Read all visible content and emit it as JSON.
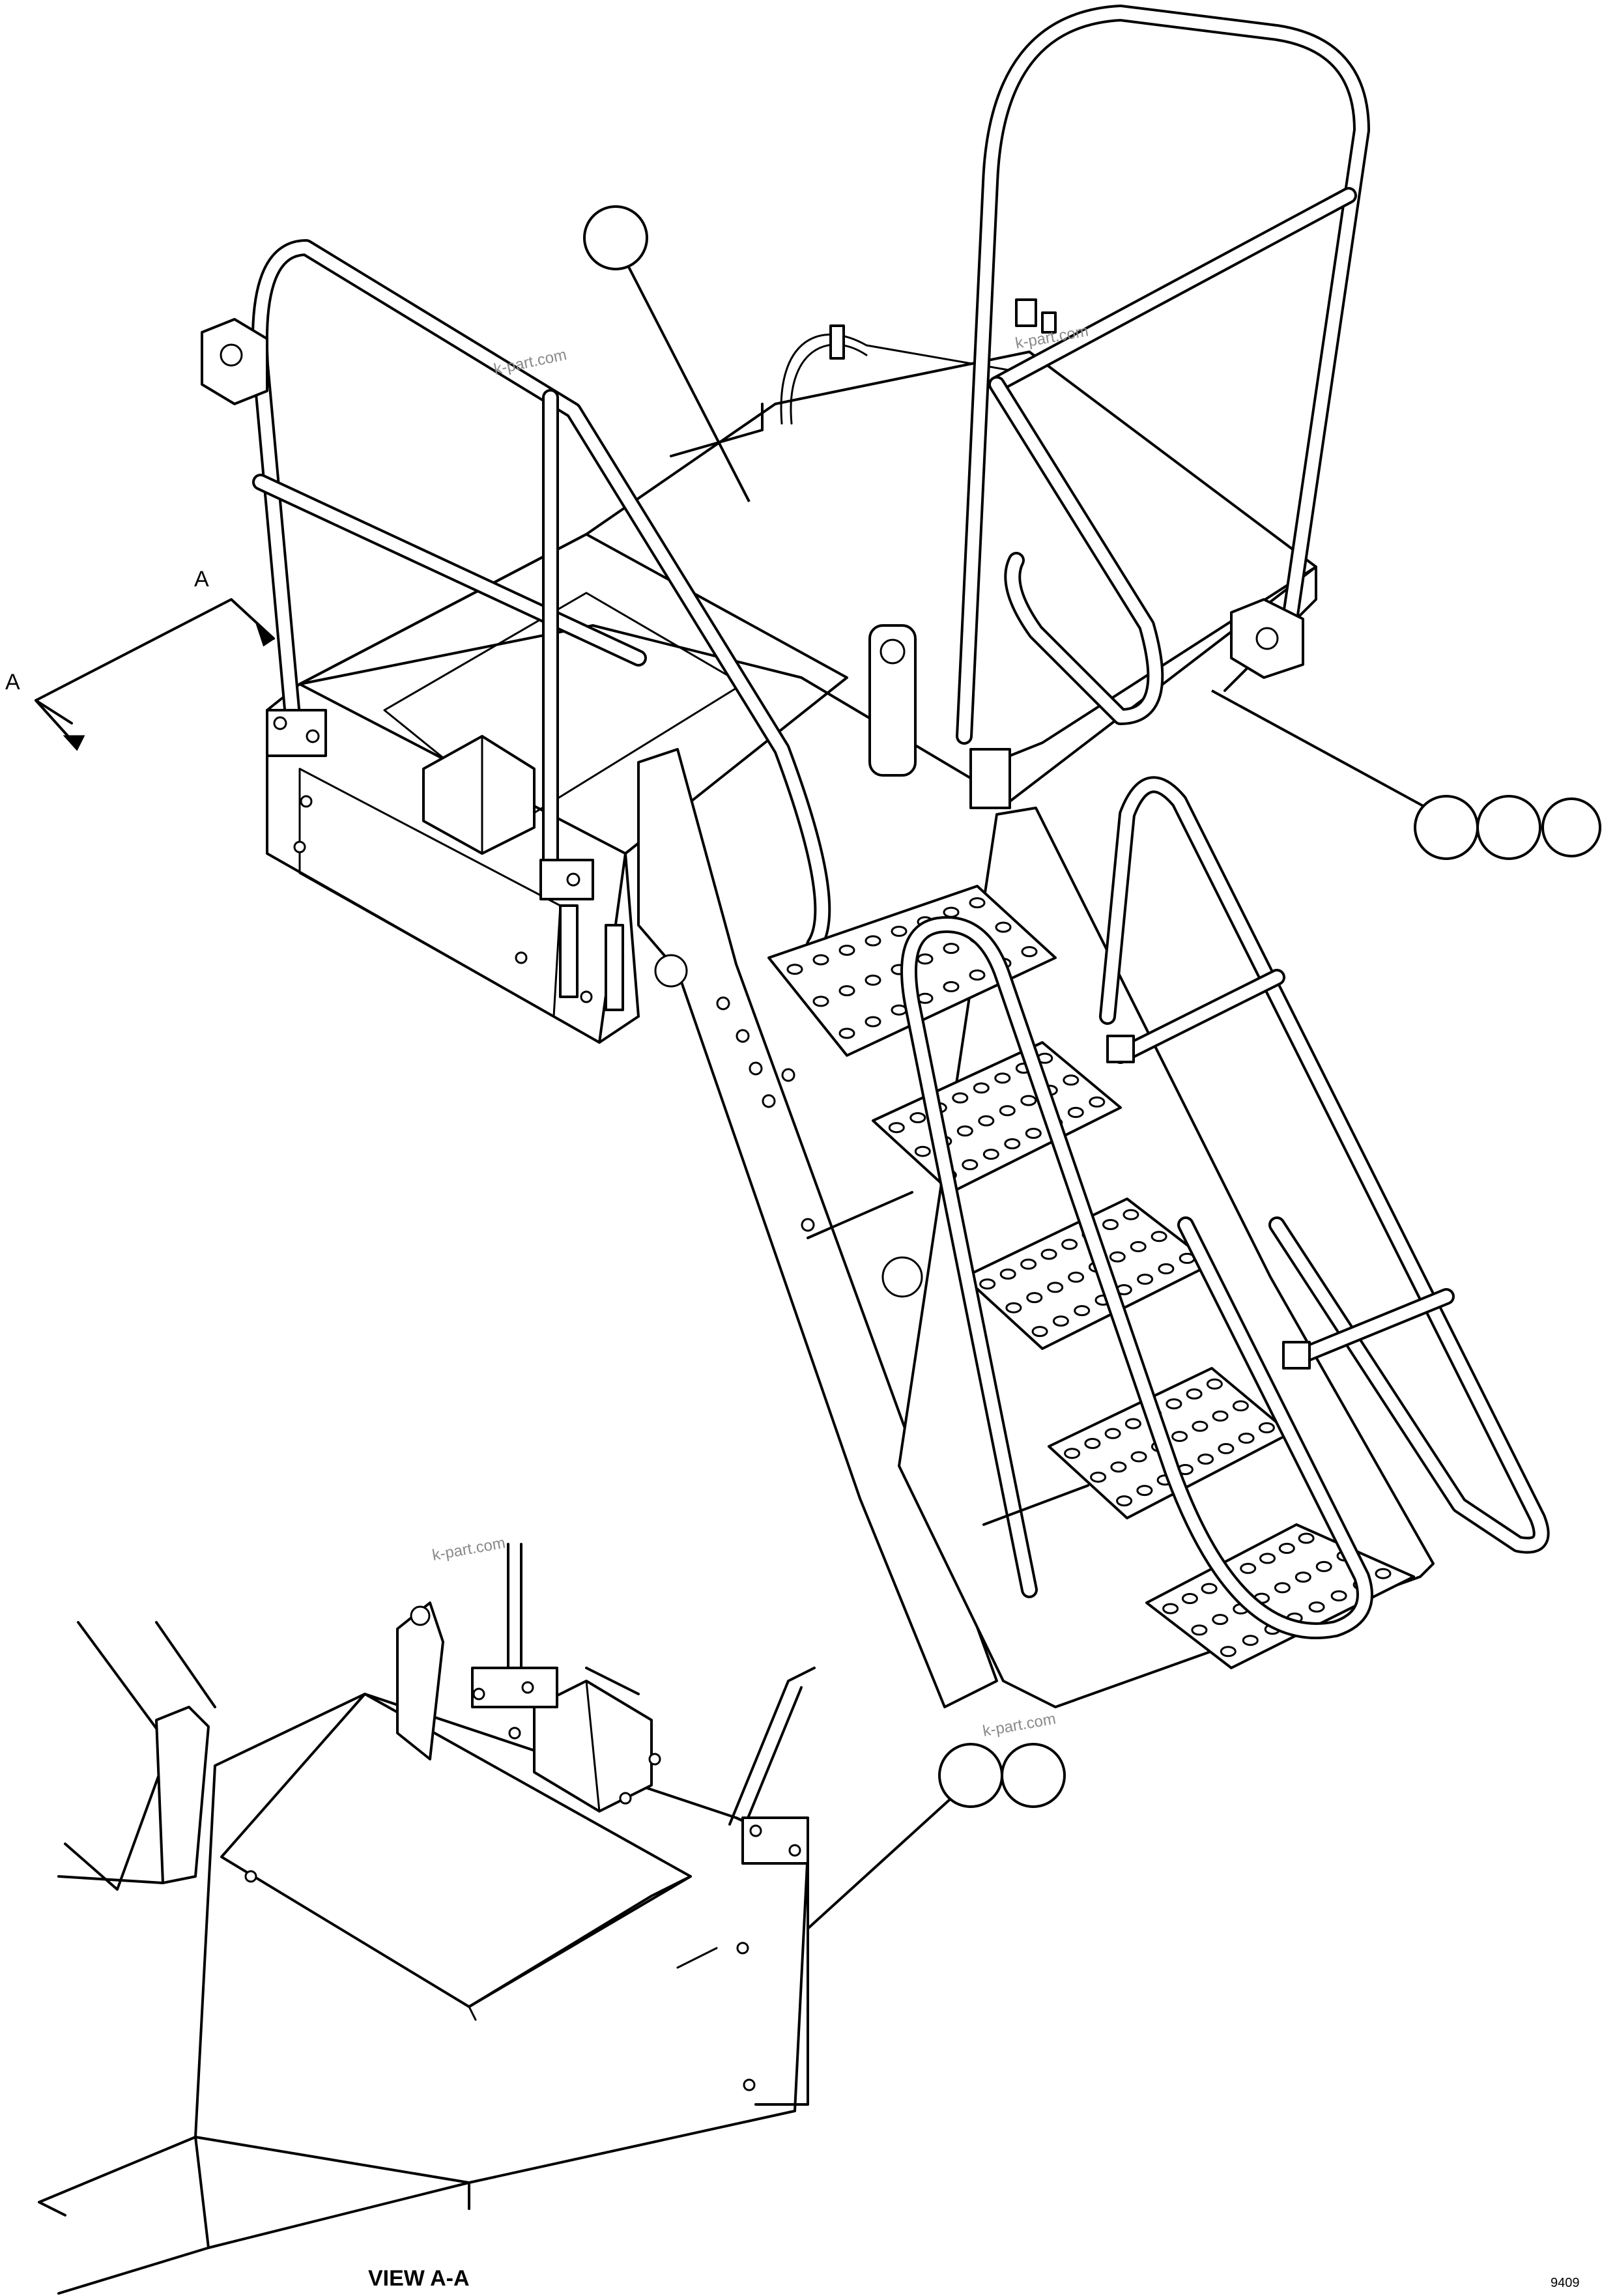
{
  "view_label": "VIEW A-A",
  "section_arrows": {
    "upper_label": "A",
    "lower_label": "A"
  },
  "watermarks": [
    "k-part.com",
    "k-part.com",
    "k-part.com",
    "k-part.com"
  ],
  "sheet_code": "9409",
  "balloons": {
    "platform_top": [
      ""
    ],
    "platform_edge": [
      "",
      "",
      ""
    ],
    "view_bracket": [
      "",
      ""
    ]
  }
}
